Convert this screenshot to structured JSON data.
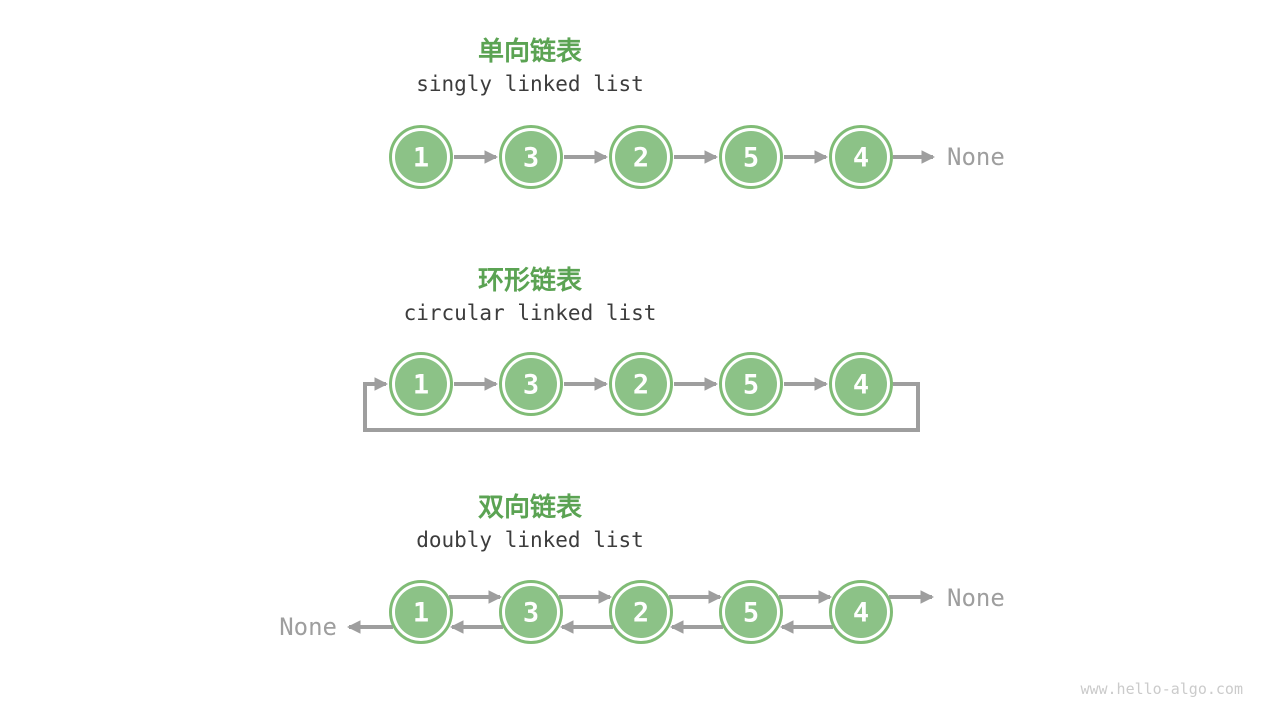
{
  "page": {
    "background": "#ffffff"
  },
  "colors": {
    "title_green": "#5BA353",
    "subtitle_dark": "#3C3C3C",
    "node_fill": "#8CC287",
    "node_ring": "#80BC76",
    "node_text": "#FFFFFF",
    "arrow_gray": "#9E9E9E",
    "none_gray": "#9E9E9E",
    "watermark_gray": "#CBCBCB"
  },
  "sections": [
    {
      "id": "singly",
      "type": "singly",
      "title": "单向链表",
      "subtitle": "singly linked list",
      "nodes": [
        1,
        3,
        2,
        5,
        4
      ],
      "tail_label": "None"
    },
    {
      "id": "circular",
      "type": "circular",
      "title": "环形链表",
      "subtitle": "circular linked list",
      "nodes": [
        1,
        3,
        2,
        5,
        4
      ]
    },
    {
      "id": "doubly",
      "type": "doubly",
      "title": "双向链表",
      "subtitle": "doubly linked list",
      "nodes": [
        1,
        3,
        2,
        5,
        4
      ],
      "head_label": "None",
      "tail_label": "None"
    }
  ],
  "footer": {
    "url": "www.hello-algo.com"
  }
}
